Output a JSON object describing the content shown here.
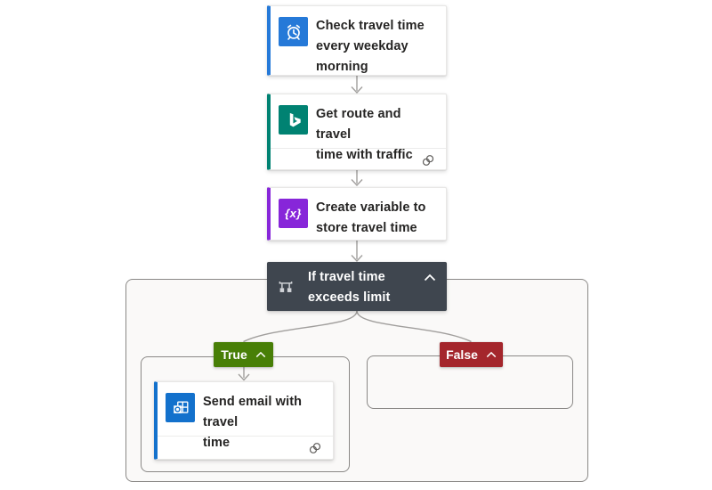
{
  "colors": {
    "canvas_background": "#ffffff",
    "container_fill": "#faf9f8",
    "container_border": "#8a8886",
    "connector": "#a19f9d",
    "card_text": "#252423",
    "condition_background": "#3f464f",
    "true_branch": "#487f07",
    "false_branch": "#a4262c"
  },
  "steps": {
    "trigger": {
      "title": "Check travel time\nevery weekday\nmorning",
      "icon": "recurrence-clock-icon",
      "color": "#2579d8"
    },
    "get_route": {
      "title": "Get route and travel\ntime with traffic",
      "icon": "bing-maps-icon",
      "color": "#008272",
      "connection_icon": "connection-icon"
    },
    "create_variable": {
      "title": "Create variable to\nstore travel time",
      "icon": "variable-icon",
      "glyph": "{x}",
      "color": "#8726d9"
    },
    "condition": {
      "title": "If travel time\nexceeds limit",
      "icon": "condition-icon",
      "color": "#3f464f",
      "collapse_icon": "chevron-up-icon"
    },
    "send_email": {
      "title": "Send email with travel\ntime",
      "icon": "outlook-icon",
      "color": "#1371cc",
      "connection_icon": "connection-icon"
    }
  },
  "branches": {
    "true": {
      "label": "True",
      "color": "#487f07",
      "collapse_icon": "chevron-up-icon"
    },
    "false": {
      "label": "False",
      "color": "#a4262c",
      "collapse_icon": "chevron-up-icon"
    }
  }
}
